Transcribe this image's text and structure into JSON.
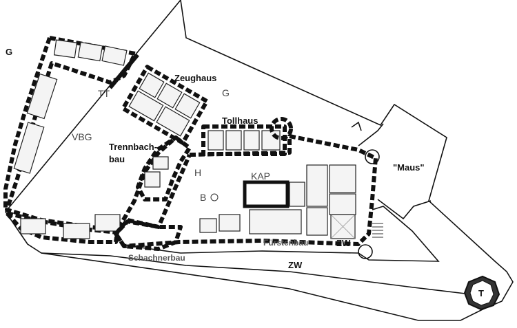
{
  "labels": {
    "g_left": "G",
    "g_right": "G",
    "tt": "TT",
    "zeughaus": "Zeughaus",
    "vbg": "VBG",
    "tollhaus": "Tollhaus",
    "trennbach_1": "Trennbach-",
    "trennbach_2": "bau",
    "h": "H",
    "kap": "KAP",
    "maus": "\"Maus\"",
    "b": "B",
    "fuerstenbau": "Fürstenbau",
    "zw_inner": "ZW",
    "schachnerbau": "Schachnerbau",
    "zw_outer": "ZW",
    "t": "T"
  }
}
